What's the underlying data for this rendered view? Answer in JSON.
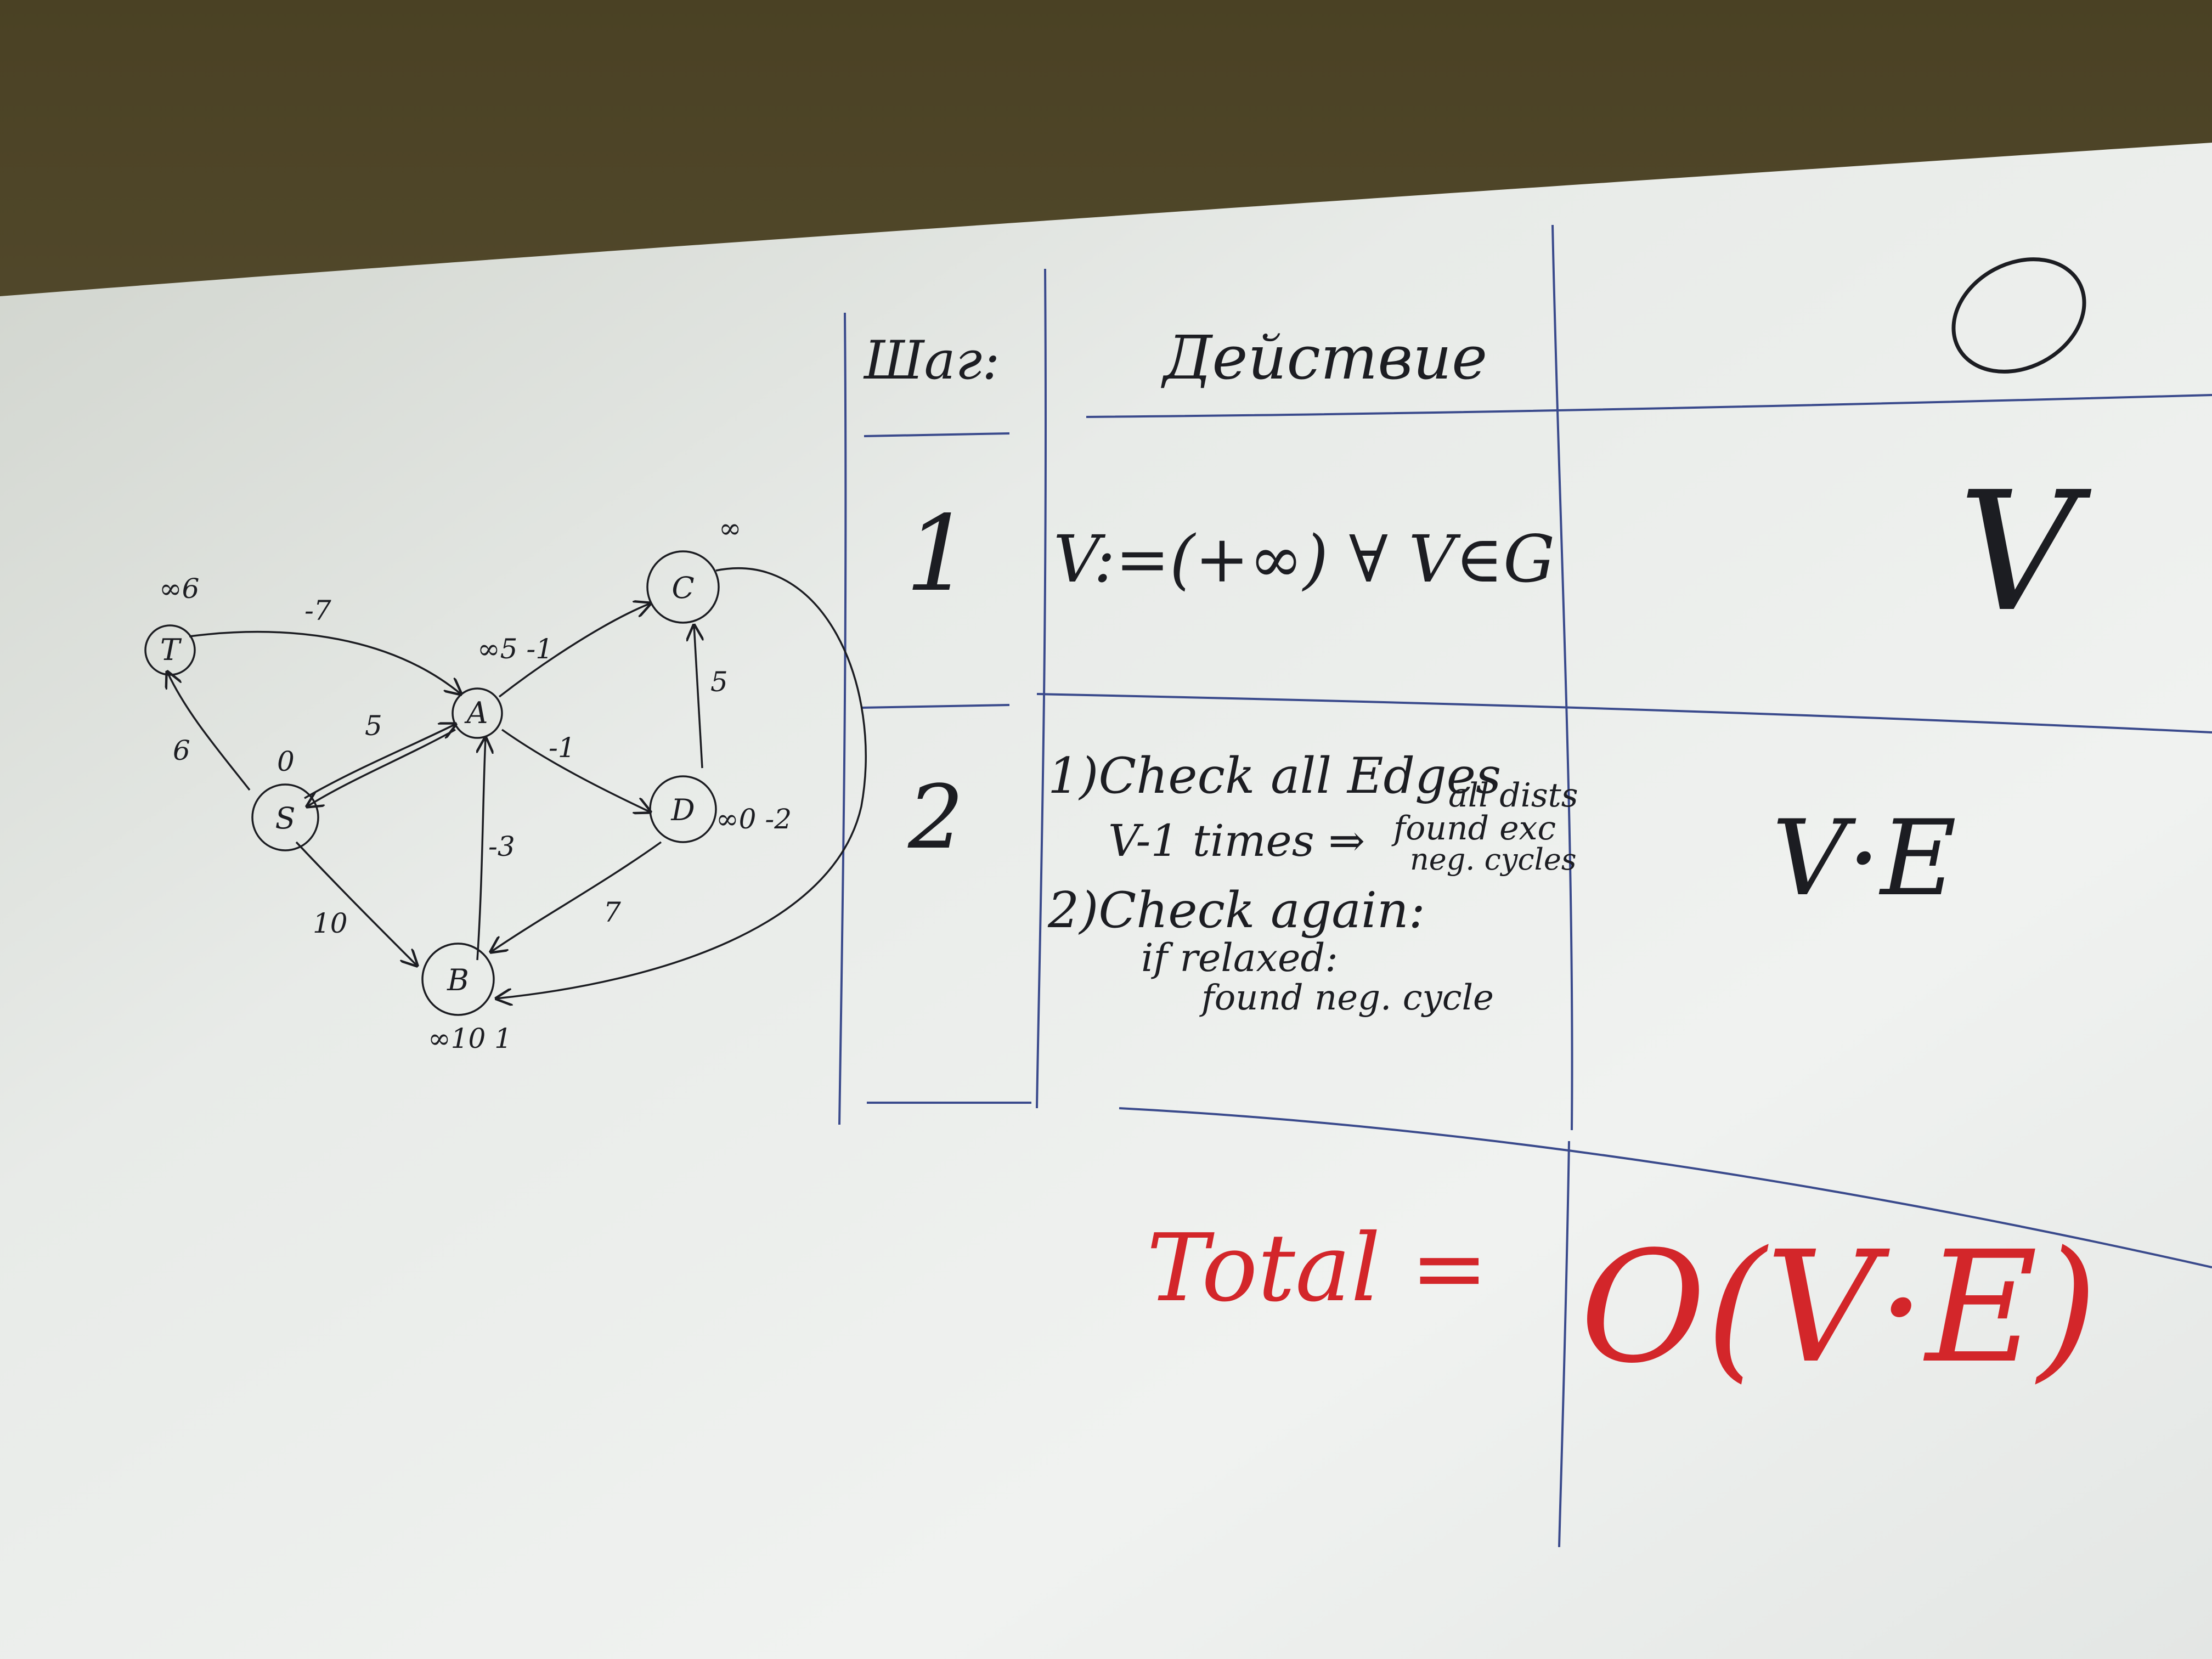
{
  "colors": {
    "ink_black": "#1c1d22",
    "ink_blue": "#3a4a8c",
    "ink_red": "#d3262a",
    "wall": "#5b5130",
    "board": "#e9ece9"
  },
  "graph": {
    "nodes": [
      {
        "id": "T",
        "label": "T",
        "value": "∞6"
      },
      {
        "id": "S",
        "label": "S",
        "value": "0"
      },
      {
        "id": "A",
        "label": "A",
        "value": "∞5 -1"
      },
      {
        "id": "C",
        "label": "C",
        "value": "∞"
      },
      {
        "id": "D",
        "label": "D",
        "value": "∞0 -2"
      },
      {
        "id": "B",
        "label": "B",
        "value": "∞10 1"
      }
    ],
    "edges": [
      {
        "from": "T",
        "to": "A",
        "weight": "-7"
      },
      {
        "from": "S",
        "to": "T",
        "weight": "6"
      },
      {
        "from": "S",
        "to": "A",
        "weight": "5"
      },
      {
        "from": "A",
        "to": "S",
        "weight": ""
      },
      {
        "from": "S",
        "to": "B",
        "weight": "10"
      },
      {
        "from": "A",
        "to": "C",
        "weight": ""
      },
      {
        "from": "A",
        "to": "D",
        "weight": "-1"
      },
      {
        "from": "D",
        "to": "C",
        "weight": "5"
      },
      {
        "from": "B",
        "to": "A",
        "weight": "-3"
      },
      {
        "from": "D",
        "to": "B",
        "weight": "7"
      },
      {
        "from": "C",
        "to": "B",
        "weight": ""
      }
    ]
  },
  "table": {
    "header": {
      "col1": "Шаг:",
      "col2": "Действие",
      "col3": "O"
    },
    "rows": [
      {
        "step": "1",
        "action": [
          "V:=(+∞) ∀ V∈G"
        ],
        "complexity": "V"
      },
      {
        "step": "2",
        "action": [
          "1)Check all Edges",
          "V-1 times ⇒",
          "all dists",
          "found exc",
          "neg. cycles",
          "2)Check again:",
          "if relaxed:",
          "found neg. cycle"
        ],
        "complexity": "V·E"
      }
    ]
  },
  "total": {
    "label": "Total =",
    "value": "O(V·E)"
  }
}
